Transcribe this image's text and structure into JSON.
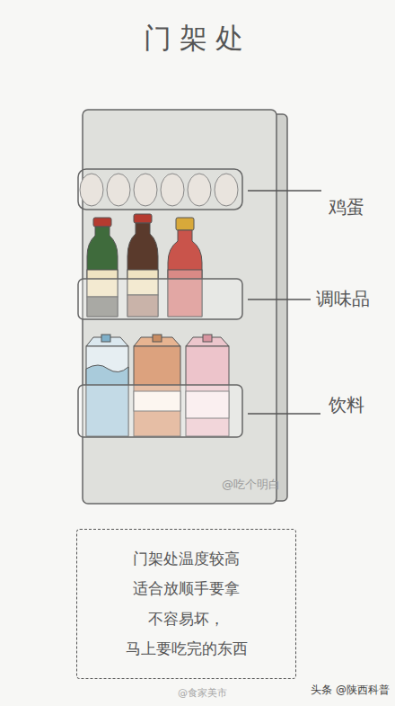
{
  "diagram": {
    "title": "门架处",
    "nodes": [
      {
        "text": [
          "门架处温度较高 适合放顺手要拿 不容易坏， 马上要吃完的东西"
        ]
      }
    ],
    "labels": [
      "鸡蛋",
      "调味品",
      "饮料",
      "@吃个明白",
      "@食家美市",
      "头条 @陕西科普"
    ]
  }
}
